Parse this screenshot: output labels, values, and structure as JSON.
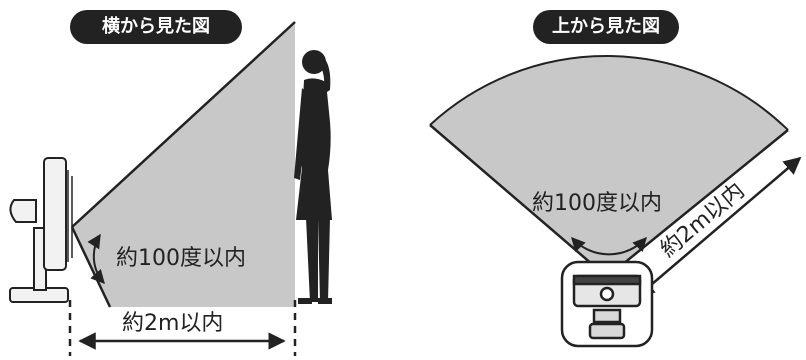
{
  "side_view": {
    "title": "横から見た図",
    "angle_label": "約100度以内",
    "distance_label": "約2m以内"
  },
  "top_view": {
    "title": "上から見た図",
    "angle_label": "約100度以内",
    "distance_label": "約2m以内"
  },
  "colors": {
    "fill": "#c8c8c8",
    "ink": "#222222",
    "pill": "#222222"
  }
}
